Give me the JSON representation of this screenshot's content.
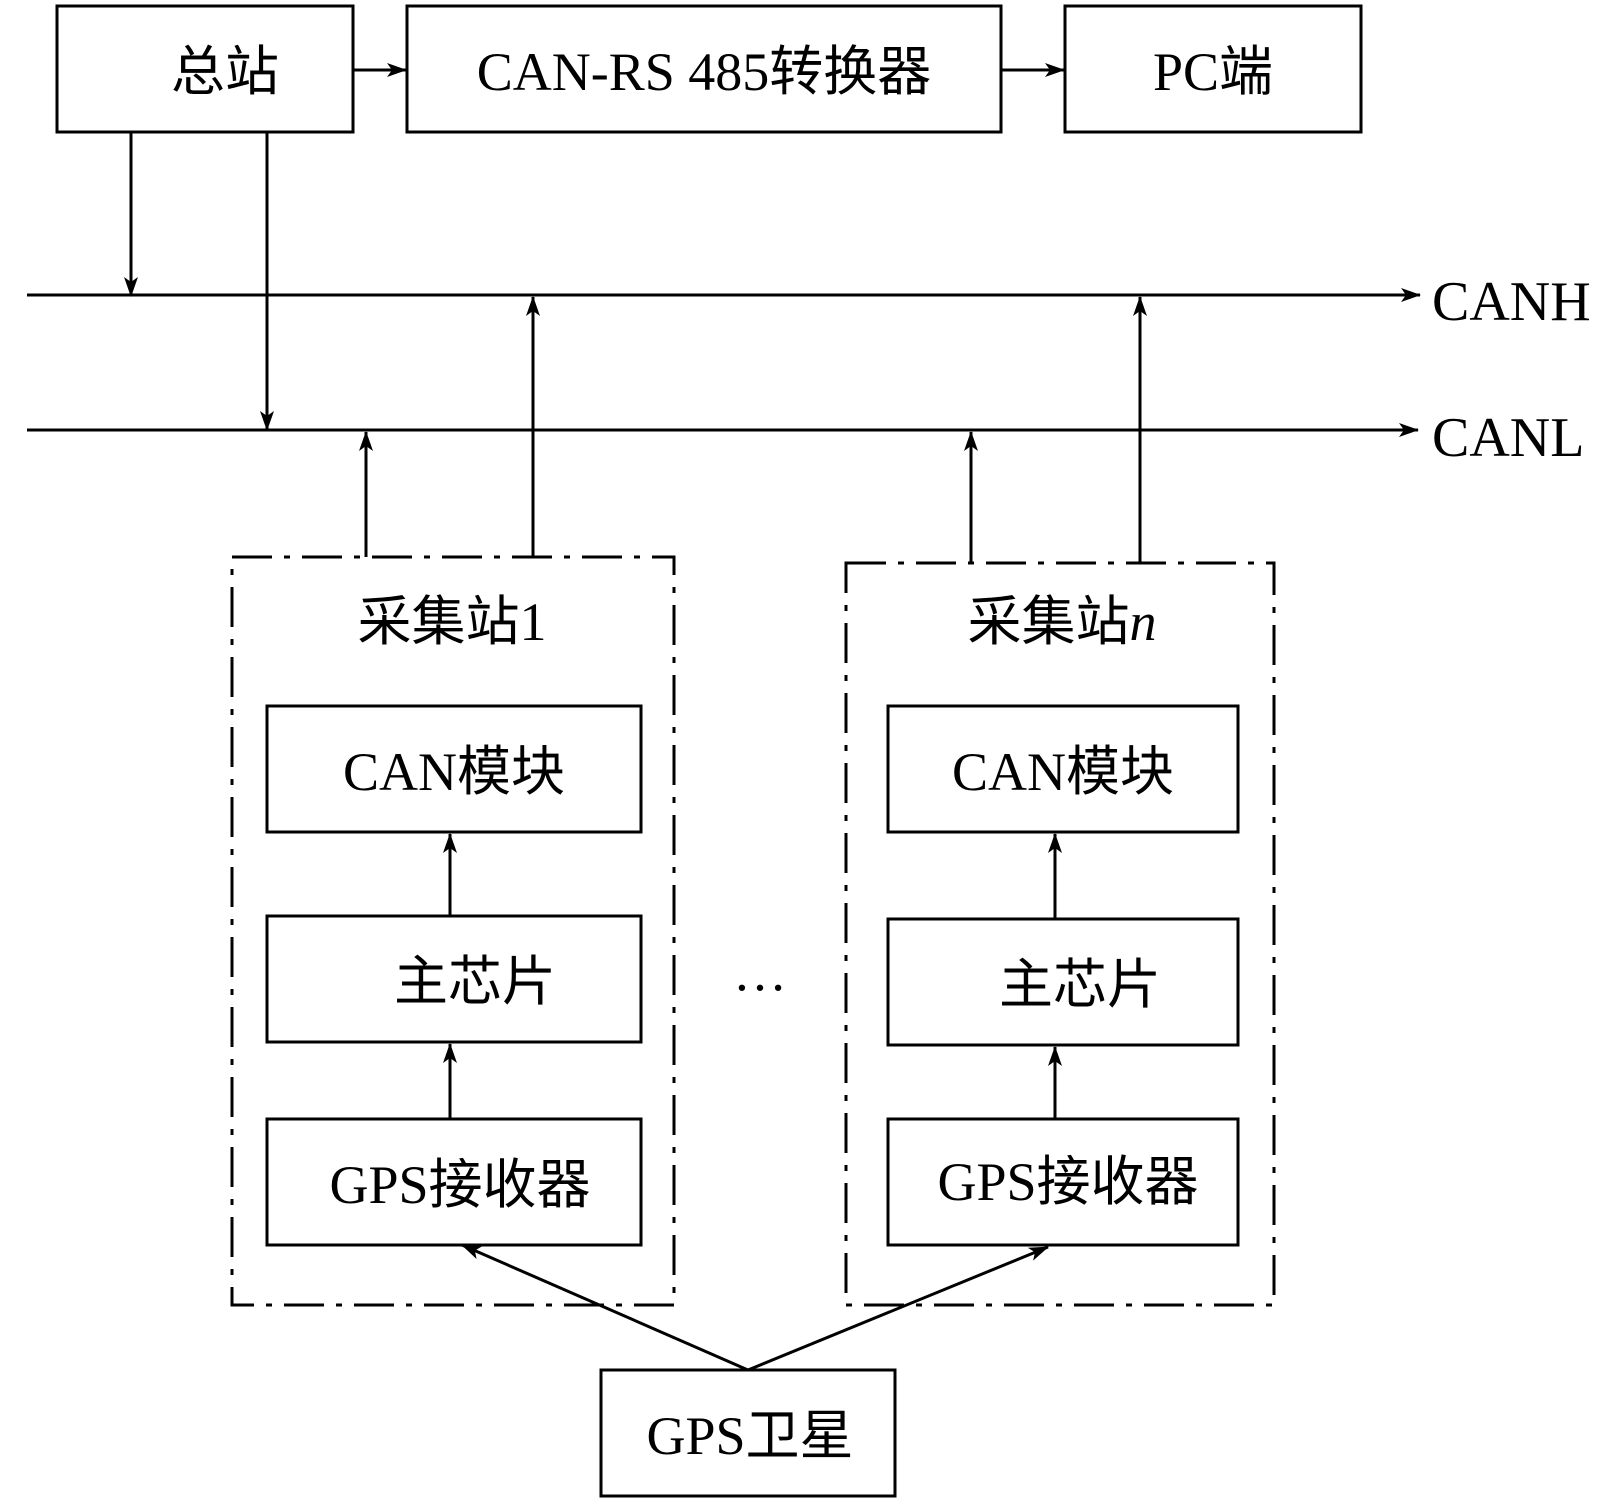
{
  "diagram": {
    "top_row": {
      "master_station": "总站",
      "converter": "CAN-RS 485转换器",
      "pc": "PC端"
    },
    "bus": {
      "canh": "CANH",
      "canl": "CANL"
    },
    "stations": [
      {
        "title": "采集站1",
        "title_prefix": "采集站",
        "title_suffix": "1",
        "can_module": "CAN模块",
        "main_chip": "主芯片",
        "gps_receiver": "GPS接收器"
      },
      {
        "title": "采集站n",
        "title_prefix": "采集站",
        "title_suffix": "n",
        "can_module": "CAN模块",
        "main_chip": "主芯片",
        "gps_receiver": "GPS接收器"
      }
    ],
    "ellipsis": "…",
    "gps_satellite": "GPS卫星"
  }
}
